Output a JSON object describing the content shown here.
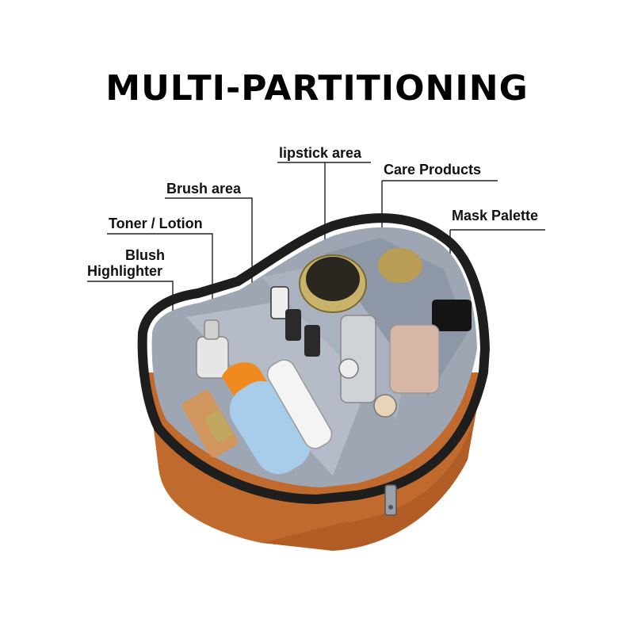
{
  "title": "MULTI-PARTITIONING",
  "callouts": {
    "lipstick": "lipstick area",
    "care": "Care Products",
    "brush": "Brush area",
    "mask": "Mask Palette",
    "toner": "Toner / Lotion",
    "blush": "Blush",
    "highlighter": "Highlighter"
  },
  "colors": {
    "bag_leather": "#c06a2e",
    "bag_trim": "#1e1e1e",
    "lining": "#9ea6b3",
    "bottle_orange": "#f08a1e",
    "bottle_blue": "#a8cdea"
  }
}
